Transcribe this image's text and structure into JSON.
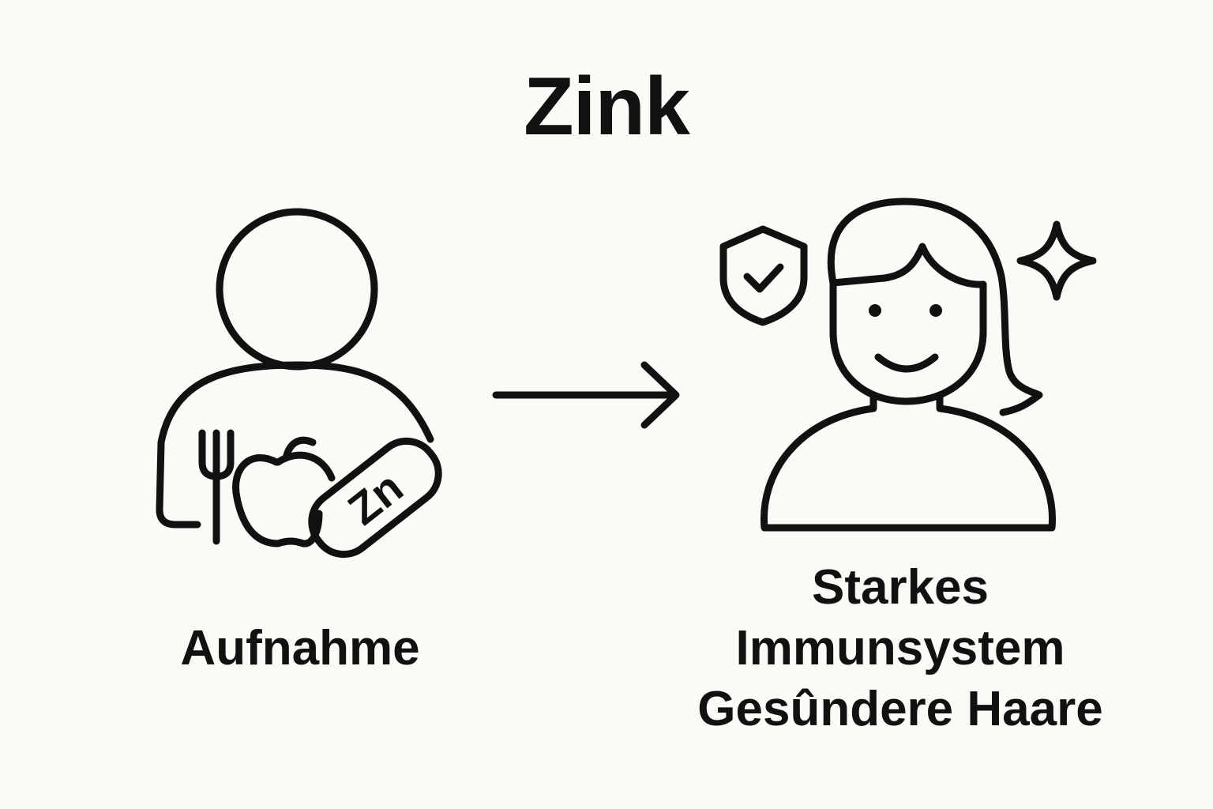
{
  "title": "Zink",
  "left": {
    "label": "Aufnahme",
    "pill_text": "Zn"
  },
  "right": {
    "lines": [
      "Starkes",
      "Immunsystem",
      "Gesûndere Haare"
    ]
  },
  "colors": {
    "background": "#fbfaf7",
    "ink": "#111111"
  },
  "icons": [
    "person-icon",
    "fork-icon",
    "apple-icon",
    "zinc-pill-icon",
    "arrow-right-icon",
    "shield-check-icon",
    "woman-icon",
    "sparkle-icon"
  ]
}
